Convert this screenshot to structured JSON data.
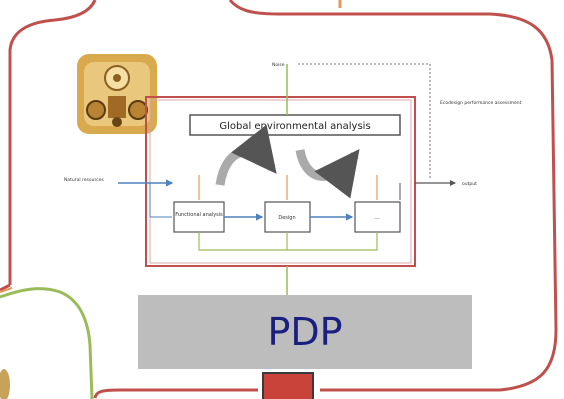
{
  "diagram": {
    "title": "Global environmental analysis",
    "labels": {
      "noise": "Noise",
      "natural_resources": "Natural resources",
      "ecodesign": "Ecodesign performance assessment",
      "output": "output"
    },
    "boxes": [
      "Functional analysis",
      "Design",
      "..."
    ],
    "caption": "PDP"
  },
  "colors": {
    "frame_red": "#c0504d",
    "frame_green": "#9bbb59",
    "flow_blue": "#4f81bd",
    "input_orange": "#e8965a",
    "caption_bg": "#bdbdbd",
    "caption_text": "#1a2080"
  },
  "icons": [
    "gear-machine-icon"
  ]
}
